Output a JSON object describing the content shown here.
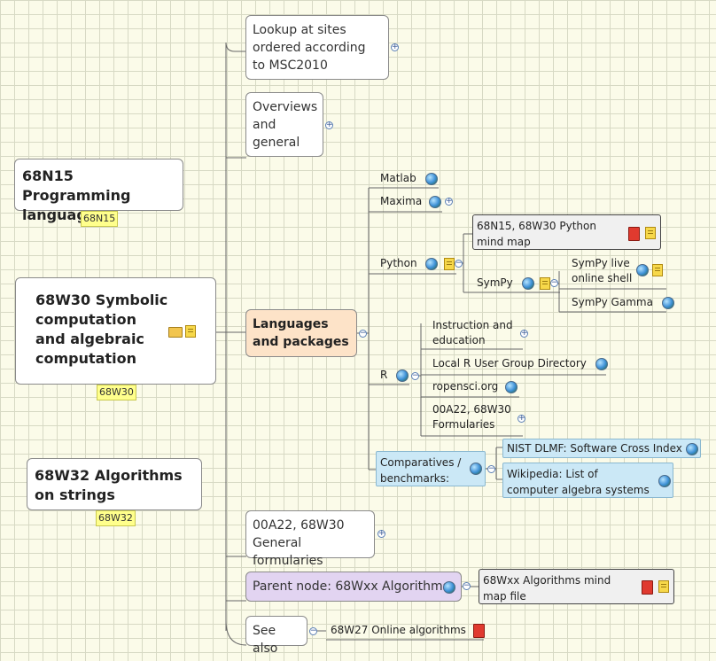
{
  "topics": {
    "lookup": "Lookup at sites ordered according to MSC2010",
    "overviews": "Overviews and general",
    "main1": "68N15 Programming languages",
    "main1_tag": "68N15",
    "main2": "68W30 Symbolic computation and algebraic computation",
    "main2_tag": "68W30",
    "main3": "68W32 Algorithms on strings",
    "main3_tag": "68W32",
    "languages": "Languages and packages",
    "formularies": "00A22, 68W30 General formularies",
    "parent": "Parent node: 68Wxx Algorithms",
    "see_also": "See also"
  },
  "languages_children": {
    "matlab": "Matlab",
    "maxima": "Maxima",
    "python": "Python",
    "python_map": "68N15, 68W30 Python mind map",
    "sympy": "SymPy",
    "sympy_live": "SymPy live online shell",
    "sympy_gamma": "SymPy Gamma",
    "r": "R",
    "instruction": "Instruction and education",
    "local_r": "Local R User Group Directory",
    "ropensci": "ropensci.org",
    "r_formularies": "00A22, 68W30 Formularies",
    "comparatives": "Comparatives / benchmarks:",
    "nist": "NIST DLMF: Software Cross Index",
    "wikipedia": "Wikipedia: List of computer algebra systems"
  },
  "parent_child": "68Wxx Algorithms mind map file",
  "see_also_child": "68W27 Online algorithms",
  "expander_plus": "+",
  "expander_minus": "−",
  "colors": {
    "orange": "#fde3c8",
    "purple": "#e2d4f1",
    "blue": "#cbe8f6",
    "tag": "#ffff8c"
  }
}
